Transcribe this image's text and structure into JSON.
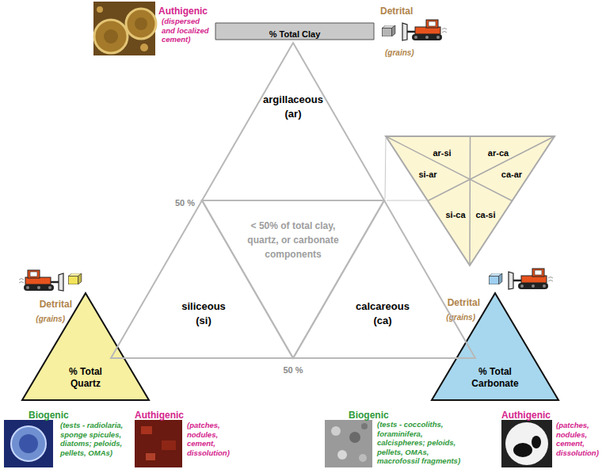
{
  "diagram": {
    "nodes": [
      {
        "text": [
          "% Total Clay"
        ]
      },
      {
        "text": [
          "argillaceous",
          "(ar)"
        ]
      },
      {
        "text": [
          "ar-si",
          "ar-ca",
          "si-ar",
          "ca-ar",
          "si-ca",
          "ca-si"
        ]
      },
      {
        "text": [
          "< 50% of total clay, quartz, or carbonate components"
        ]
      },
      {
        "text": [
          "siliceous",
          "(si)"
        ]
      },
      {
        "text": [
          "calcareous",
          "(ca)"
        ]
      },
      {
        "text": [
          "% Total Quartz"
        ]
      },
      {
        "text": [
          "% Total Carbonate"
        ]
      }
    ],
    "labels": [
      "Authigenic",
      "(dispersed and localized cement)",
      "Detrital",
      "(grains)",
      "50 %",
      "Detrital",
      "(grains)",
      "Detrital",
      "(grains)",
      "50 %",
      "Biogenic",
      "(tests - radiolaria, sponge spicules, diatoms; peloids, pellets, OMAs)",
      "Authigenic",
      "(patches, nodules, cement, dissolution)",
      "Biogenic",
      "(tests - coccoliths, foraminifera, calcispheres; peloids, pellets, OMAs, macrofossil fragments)",
      "Authigenic",
      "(patches, nodules, cement, dissolution)"
    ]
  }
}
